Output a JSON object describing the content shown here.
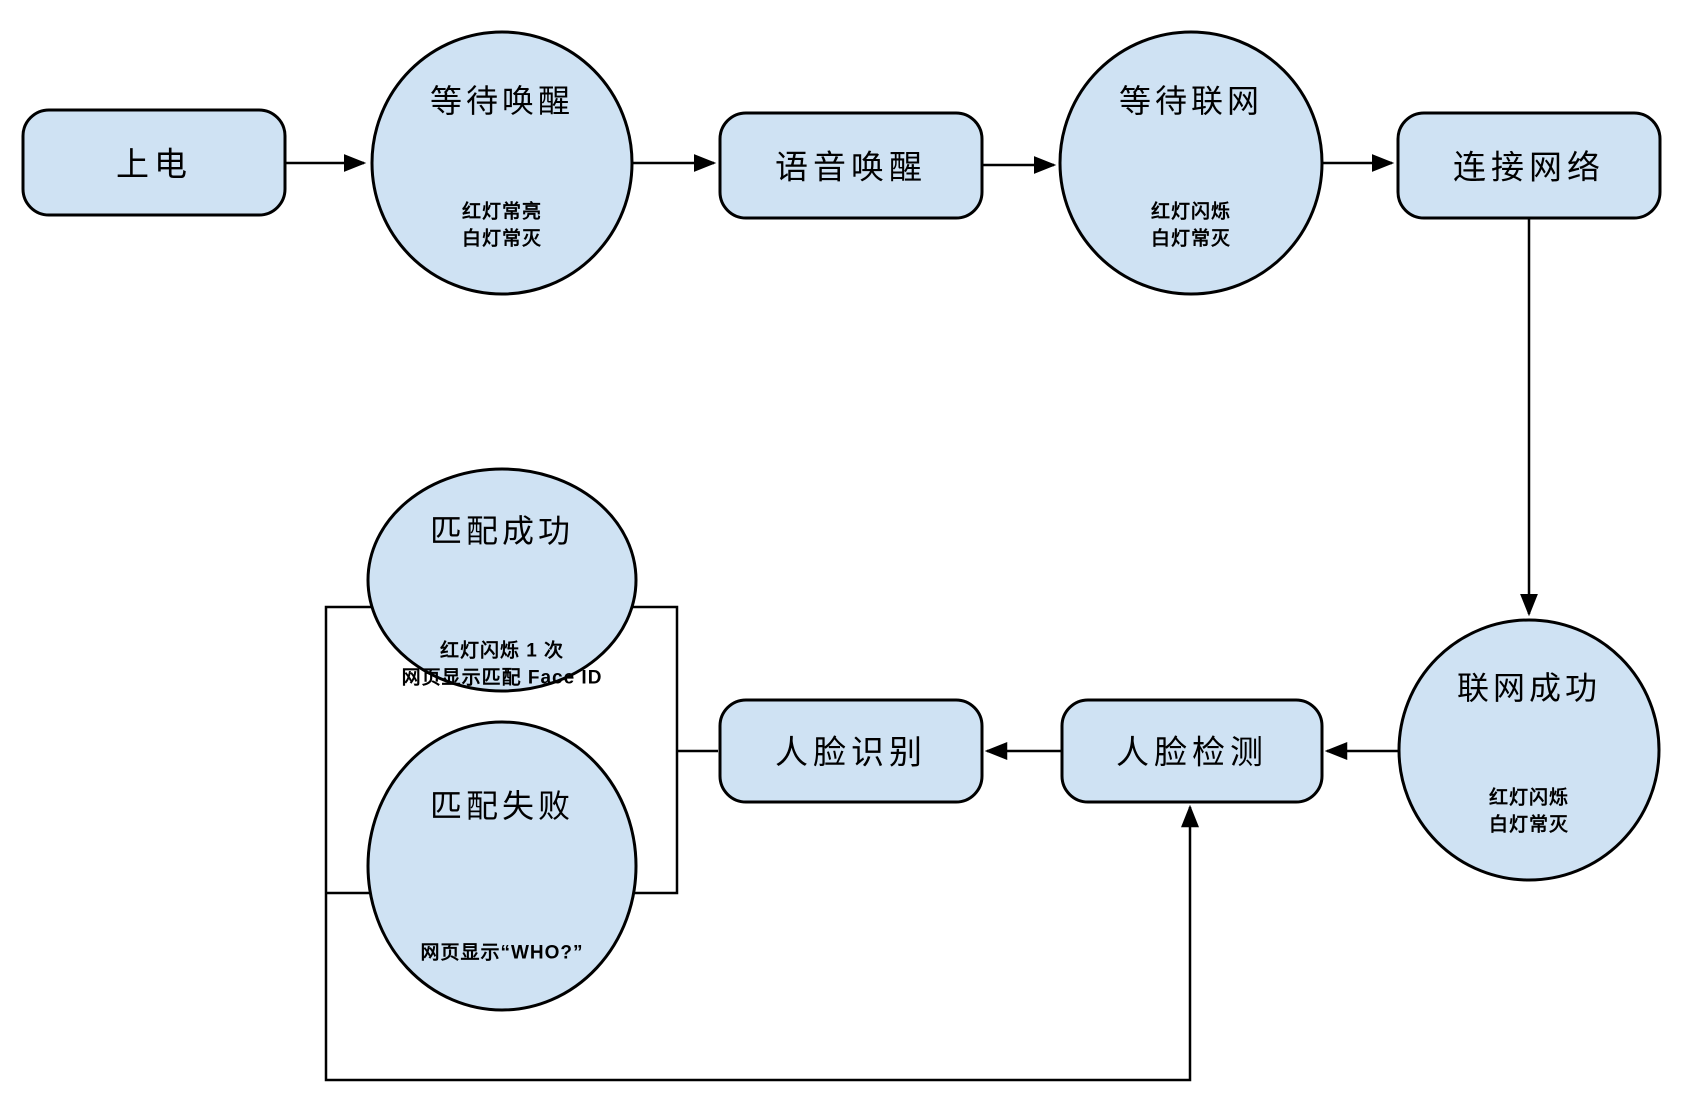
{
  "diagram": {
    "background": "#ffffff",
    "node_fill": "#cfe2f3",
    "node_stroke": "#000000",
    "nodes": {
      "power": {
        "label": "上电",
        "shape": "rounded-rect"
      },
      "wait_wake": {
        "label": "等待唤醒",
        "shape": "circle",
        "note1": "红灯常亮",
        "note2": "白灯常灭"
      },
      "voice_wake": {
        "label": "语音唤醒",
        "shape": "rounded-rect"
      },
      "wait_net": {
        "label": "等待联网",
        "shape": "circle",
        "note1": "红灯闪烁",
        "note2": "白灯常灭"
      },
      "connect_net": {
        "label": "连接网络",
        "shape": "rounded-rect"
      },
      "net_ok": {
        "label": "联网成功",
        "shape": "circle",
        "note1": "红灯闪烁",
        "note2": "白灯常灭"
      },
      "face_detect": {
        "label": "人脸检测",
        "shape": "rounded-rect"
      },
      "face_recog": {
        "label": "人脸识别",
        "shape": "rounded-rect"
      },
      "match_ok": {
        "label": "匹配成功",
        "shape": "ellipse",
        "note1": "红灯闪烁 1 次",
        "note2": "网页显示匹配 Face ID"
      },
      "match_fail": {
        "label": "匹配失败",
        "shape": "ellipse",
        "note1": "网页显示“WHO?”"
      }
    },
    "edges": [
      {
        "from": "power",
        "to": "wait_wake",
        "arrow": true
      },
      {
        "from": "wait_wake",
        "to": "voice_wake",
        "arrow": true
      },
      {
        "from": "voice_wake",
        "to": "wait_net",
        "arrow": true
      },
      {
        "from": "wait_net",
        "to": "connect_net",
        "arrow": true
      },
      {
        "from": "connect_net",
        "to": "net_ok",
        "arrow": true
      },
      {
        "from": "net_ok",
        "to": "face_detect",
        "arrow": true
      },
      {
        "from": "face_detect",
        "to": "face_recog",
        "arrow": true
      },
      {
        "from": "face_recog",
        "to": "match_ok",
        "arrow": false
      },
      {
        "from": "face_recog",
        "to": "match_fail",
        "arrow": false
      },
      {
        "from": "match_ok",
        "to": "face_detect",
        "arrow": true
      },
      {
        "from": "match_fail",
        "to": "face_detect",
        "arrow": true
      }
    ]
  }
}
